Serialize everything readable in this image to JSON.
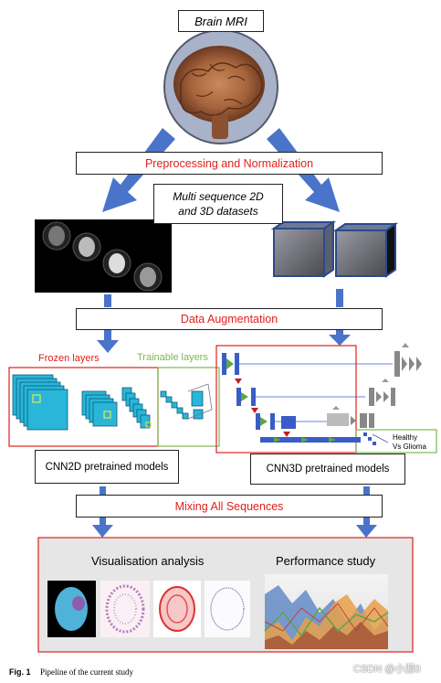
{
  "labels": {
    "brain_mri": "Brain MRI",
    "preprocessing": "Preprocessing and Normalization",
    "datasets_line1": "Multi sequence 2D",
    "datasets_line2": "and 3D datasets",
    "data_augmentation": "Data Augmentation",
    "frozen_layers": "Frozen layers",
    "trainable_layers": "Trainable layers",
    "cnn2d": "CNN2D pretrained models",
    "cnn3d": "CNN3D pretrained models",
    "healthy_line1": "Healthy",
    "healthy_line2": "Vs Glioma",
    "mixing": "Mixing All Sequences",
    "visualisation": "Visualisation analysis",
    "performance": "Performance study"
  },
  "caption": {
    "fig": "Fig. 1",
    "text": "Pipeline of the current study"
  },
  "watermark": "CSDN @小源0",
  "colors": {
    "accent_red": "#e0201b",
    "arrow_blue": "#4a74c9",
    "trainable_green": "#7db852",
    "cube_blue": "#3b5c9a"
  }
}
